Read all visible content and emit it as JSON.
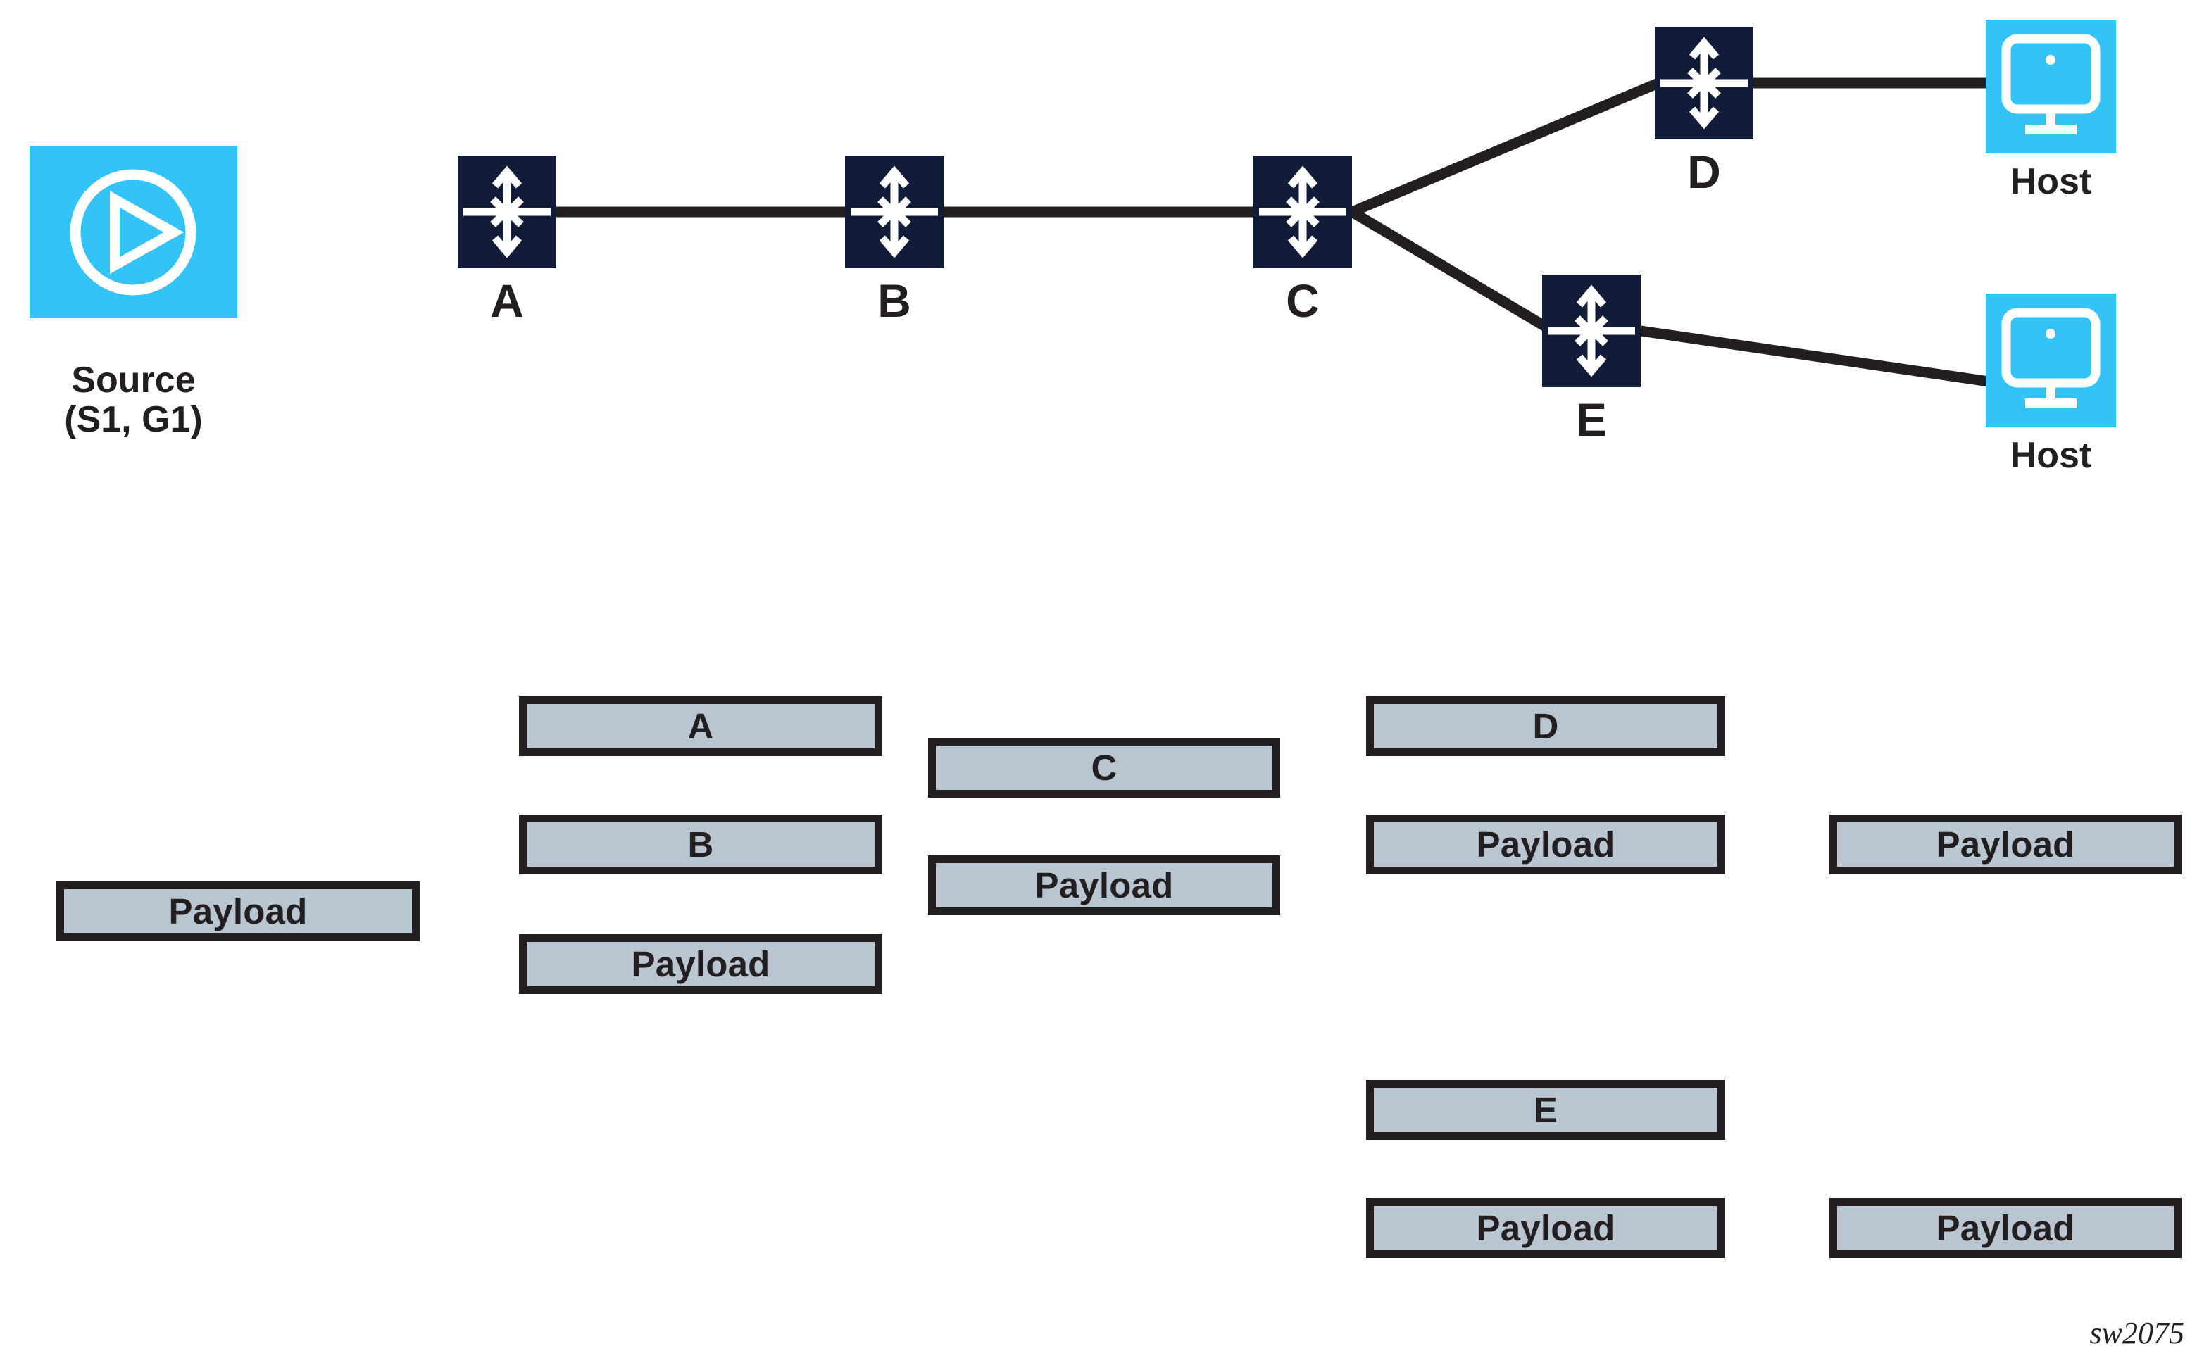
{
  "colors": {
    "endpoint_cyan": "#33c3f7",
    "router_navy": "#111c38",
    "link_dark": "#231f20",
    "packet_fill": "#b9c5d1",
    "packet_border": "#231f20",
    "icon_white": "#ffffff",
    "background": "#ffffff"
  },
  "topology": {
    "source": {
      "label_line1": "Source",
      "label_line2": "(S1, G1)",
      "icon": "play-circle-icon"
    },
    "routers": [
      {
        "id": "A",
        "label": "A",
        "icon": "router-icon"
      },
      {
        "id": "B",
        "label": "B",
        "icon": "router-icon"
      },
      {
        "id": "C",
        "label": "C",
        "icon": "router-icon"
      },
      {
        "id": "D",
        "label": "D",
        "icon": "router-icon"
      },
      {
        "id": "E",
        "label": "E",
        "icon": "router-icon"
      }
    ],
    "hosts": [
      {
        "id": "host-top",
        "label": "Host",
        "icon": "monitor-icon"
      },
      {
        "id": "host-bottom",
        "label": "Host",
        "icon": "monitor-icon"
      }
    ],
    "links": [
      {
        "from": "A",
        "to": "B"
      },
      {
        "from": "B",
        "to": "C"
      },
      {
        "from": "C",
        "to": "D"
      },
      {
        "from": "C",
        "to": "E"
      },
      {
        "from": "D",
        "to": "host-top"
      },
      {
        "from": "E",
        "to": "host-bottom"
      }
    ]
  },
  "packet_stacks": [
    {
      "id": "stack-source",
      "boxes": [
        {
          "label": "Payload"
        }
      ]
    },
    {
      "id": "stack-a-b",
      "boxes": [
        {
          "label": "A"
        },
        {
          "label": "B"
        },
        {
          "label": "Payload"
        }
      ]
    },
    {
      "id": "stack-c",
      "boxes": [
        {
          "label": "C"
        },
        {
          "label": "Payload"
        }
      ]
    },
    {
      "id": "stack-d",
      "boxes": [
        {
          "label": "D"
        },
        {
          "label": "Payload"
        }
      ]
    },
    {
      "id": "stack-host-top",
      "boxes": [
        {
          "label": "Payload"
        }
      ]
    },
    {
      "id": "stack-e",
      "boxes": [
        {
          "label": "E"
        },
        {
          "label": "Payload"
        }
      ]
    },
    {
      "id": "stack-host-bottom",
      "boxes": [
        {
          "label": "Payload"
        }
      ]
    }
  ],
  "watermark": {
    "text": "sw2075"
  }
}
